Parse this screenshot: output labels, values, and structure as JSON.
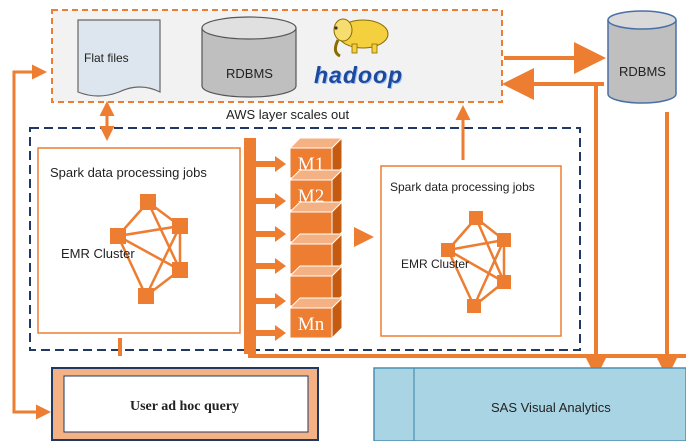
{
  "sources": {
    "flat_files": "Flat files",
    "rdbms": "RDBMS",
    "hadoop": "hadoop"
  },
  "rdbms_right": "RDBMS",
  "aws_caption": "AWS layer scales out",
  "left_cluster": {
    "title": "Spark data processing jobs",
    "cluster_label": "EMR Cluster"
  },
  "right_cluster": {
    "title": "Spark data processing jobs",
    "cluster_label": "EMR Cluster"
  },
  "queue": {
    "labels": [
      "M1",
      "M2",
      "",
      "",
      "",
      "Mn"
    ]
  },
  "user_query": "User ad hoc query",
  "sas": "SAS Visual Analytics",
  "colors": {
    "orange": "#ED7D31",
    "navy": "#1F3864",
    "cylinder_gray": "#c8c8c8",
    "sas_fill": "#a9d4e4",
    "user_border": "#f4b183"
  }
}
